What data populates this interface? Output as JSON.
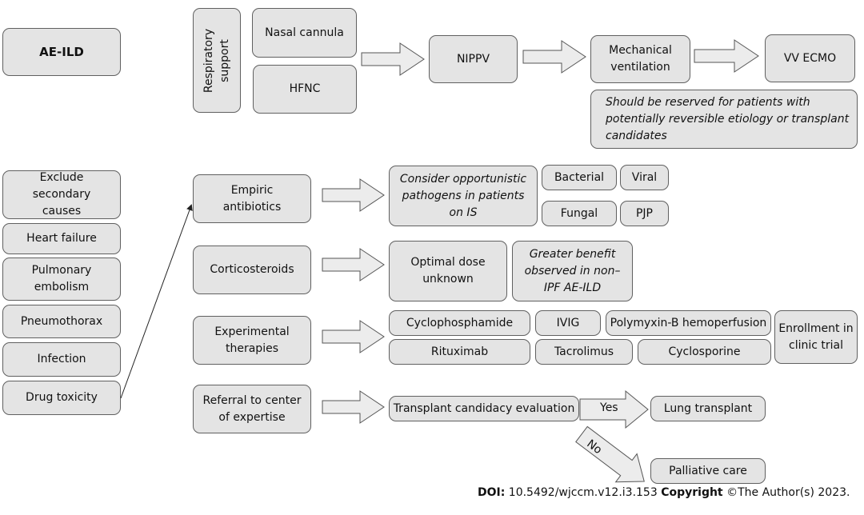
{
  "nodes": {
    "ae_ild": "AE-ILD",
    "respiratory_support": "Respiratory support",
    "nasal_cannula": "Nasal cannula",
    "hfnc": "HFNC",
    "nippv": "NIPPV",
    "mechanical_ventilation": "Mechanical ventilation",
    "vv_ecmo": "VV ECMO",
    "ecmo_note": "Should be reserved for patients with potentially reversible etiology or transplant candidates",
    "exclude_secondary": "Exclude secondary causes",
    "heart_failure": "Heart failure",
    "pulmonary_embolism": "Pulmonary embolism",
    "pneumothorax": "Pneumothorax",
    "infection": "Infection",
    "drug_toxicity": "Drug toxicity",
    "empiric_antibiotics": "Empiric antibiotics",
    "opportunistic_note": "Consider opportunistic pathogens in patients on IS",
    "bacterial": "Bacterial",
    "viral": "Viral",
    "fungal": "Fungal",
    "pjp": "PJP",
    "corticosteroids": "Corticosteroids",
    "optimal_dose": "Optimal dose unknown",
    "greater_benefit": "Greater benefit observed in non–IPF AE-ILD",
    "experimental_therapies": "Experimental therapies",
    "cyclophosphamide": "Cyclophosphamide",
    "ivig": "IVIG",
    "polymyxin": "Polymyxin-B hemoperfusion",
    "enrollment": "Enrollment in clinic trial",
    "rituximab": "Rituximab",
    "tacrolimus": "Tacrolimus",
    "cyclosporine": "Cyclosporine",
    "referral": "Referral to center of expertise",
    "transplant_eval": "Transplant candidacy evaluation",
    "lung_transplant": "Lung transplant",
    "palliative_care": "Palliative care"
  },
  "edge_labels": {
    "yes": "Yes",
    "no": "No"
  },
  "footer": {
    "doi_label": "DOI:",
    "doi_value": "10.5492/wjccm.v12.i3.153",
    "copyright_label": "Copyright",
    "copyright_text": "©The Author(s) 2023."
  },
  "colors": {
    "box_fill": "#e4e4e4",
    "box_border": "#606060",
    "arrow_fill": "#ececec",
    "arrow_stroke": "#555555"
  }
}
